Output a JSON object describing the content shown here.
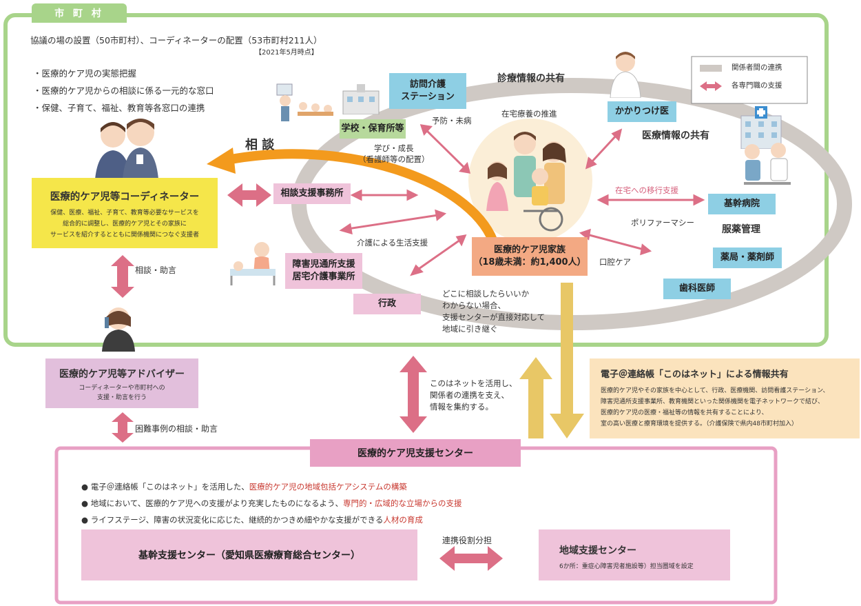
{
  "municipality": {
    "tab": "市 町 村",
    "header_line": "協議の場の設置（50市町村）、コーディネーターの配置（53市町村211人）",
    "date_note": "【2021年5月時点】",
    "bullets": [
      "・医療的ケア児の実態把握",
      "・医療的ケア児からの相談に係る一元的な窓口",
      "・保健、子育て、福祉、教育等各窓口の連携"
    ]
  },
  "legend": {
    "gray": "関係者間の連携",
    "pink": "各専門職の支援"
  },
  "coordinator": {
    "title": "医療的ケア児等コーディネーター",
    "desc": [
      "保健、医療、福祉、子育て、教育等必要なサービスを",
      "総合的に調整し、医療的ケア児とその家族に",
      "サービスを紹介するとともに関係機関につなぐ支援者"
    ]
  },
  "consult_big": "相 談",
  "nodes": {
    "home_nursing": [
      "訪問介護",
      "ステーション"
    ],
    "school": "学校・保育所等",
    "consult_office": "相談支援事務所",
    "disability": [
      "障害児通所支援",
      "居宅介護事業所"
    ],
    "admin": "行政",
    "family": [
      "医療的ケア児家族",
      "（18歳未満：約1,400人）"
    ],
    "gp": "かかりつけ医",
    "hospital": "基幹病院",
    "pharmacy": "薬局・薬剤師",
    "dentist": "歯科医師"
  },
  "labels": {
    "shinryo1": "診療情報の共有",
    "shinryo2": "医療情報の共有",
    "zaitaku": "在宅療養の推進",
    "yobo": "予防・未病",
    "manabi": [
      "学び・成長",
      "（看護師等の配置）"
    ],
    "kaigo": "介護による生活支援",
    "ikou": "在宅への移行支援",
    "poly": "ポリファーマシー",
    "fukuyaku": "服薬管理",
    "koku": "口腔ケア",
    "dokoni": [
      "どこに相談したらいいか",
      "わからない場合、",
      "支援センターが直接対応して",
      "地域に引き継ぐ"
    ]
  },
  "advice_label": "相談・助言",
  "advisor": {
    "title": "医療的ケア児等アドバイザー",
    "desc": [
      "コーディネーターや市町村への",
      "支援・助言を行う"
    ]
  },
  "difficult_label": "困難事例の相談・助言",
  "net_label": [
    "このはネットを活用し、",
    "関係者の連携を支え、",
    "情報を集約する。"
  ],
  "info_box": {
    "title": "電子＠連絡帳「このはネット」による情報共有",
    "lines": [
      "医療的ケア児やその家族を中心として、行政、医療機関、訪問看護ステーション、",
      "障害児通所支援事業所、教育機関といった関係機関を電子ネットワークで結び、",
      "医療的ケア児の医療・福祉等の情報を共有することにより、",
      "室の高い医療と療育環境を提供する。（介護保険で県内48市町村加入）"
    ]
  },
  "center": {
    "tab": "医療的ケア児支援センター",
    "bullets": [
      {
        "text": "● 電子＠連絡帳「このはネット」を活用した、",
        "highlight": "医療的ケア児の地域包括ケアシステムの構築"
      },
      {
        "text": "● 地域において、医療的ケア児への支援がより充実したものになるよう、",
        "highlight": "専門的・広域的な立場からの支援"
      },
      {
        "text": "● ライフステージ、障害の状況変化に応じた、継続的かつきめ細やかな支援ができる",
        "highlight": "人材の育成"
      }
    ],
    "core": "基幹支援センター（愛知県医療療育総合センター）",
    "link": "連携役割分担",
    "regional_title": "地域支援センター",
    "regional_desc": "6か所：重症心障害児者施設等）担当圏域を設定"
  },
  "colors": {
    "green": "#a8d48a",
    "yellow": "#f5e64a",
    "pink_box": "#efc3da",
    "blue_box": "#8ecfe4",
    "salmon": "#f3a983",
    "orange": "#f39a1d",
    "arrow_pink": "#dc6f86",
    "arrow_gold": "#e8c766",
    "gray_ring": "#cfc9c4",
    "center_pink": "#e8a0c4",
    "cream": "#fbe3bd"
  }
}
